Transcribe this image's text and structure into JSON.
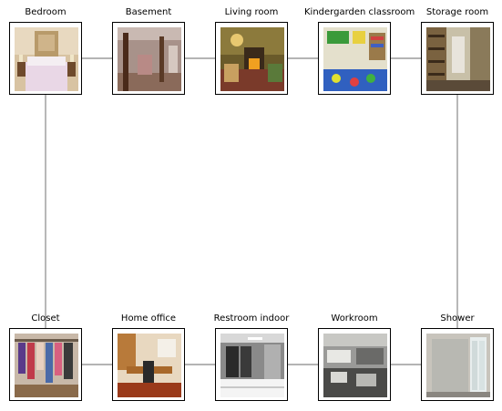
{
  "nodes": [
    {
      "label": "Bedroom",
      "scene": "bedroom-photo"
    },
    {
      "label": "Basement",
      "scene": "basement-photo"
    },
    {
      "label": "Living room",
      "scene": "living-room-photo"
    },
    {
      "label": "Kindergarden classroom",
      "scene": "classroom-photo"
    },
    {
      "label": "Storage room",
      "scene": "storage-room-photo"
    },
    {
      "label": "Closet",
      "scene": "closet-photo"
    },
    {
      "label": "Home office",
      "scene": "home-office-photo"
    },
    {
      "label": "Restroom indoor",
      "scene": "restroom-photo"
    },
    {
      "label": "Workroom",
      "scene": "workroom-photo"
    },
    {
      "label": "Shower",
      "scene": "shower-photo"
    }
  ],
  "edges": [
    [
      "Bedroom",
      "Basement"
    ],
    [
      "Basement",
      "Living room"
    ],
    [
      "Living room",
      "Kindergarden classroom"
    ],
    [
      "Kindergarden classroom",
      "Storage room"
    ],
    [
      "Bedroom",
      "Closet"
    ],
    [
      "Storage room",
      "Shower"
    ],
    [
      "Closet",
      "Home office"
    ],
    [
      "Home office",
      "Restroom indoor"
    ],
    [
      "Restroom indoor",
      "Workroom"
    ],
    [
      "Workroom",
      "Shower"
    ]
  ],
  "colors": {
    "connector": "#888888",
    "frame": "#000000"
  }
}
